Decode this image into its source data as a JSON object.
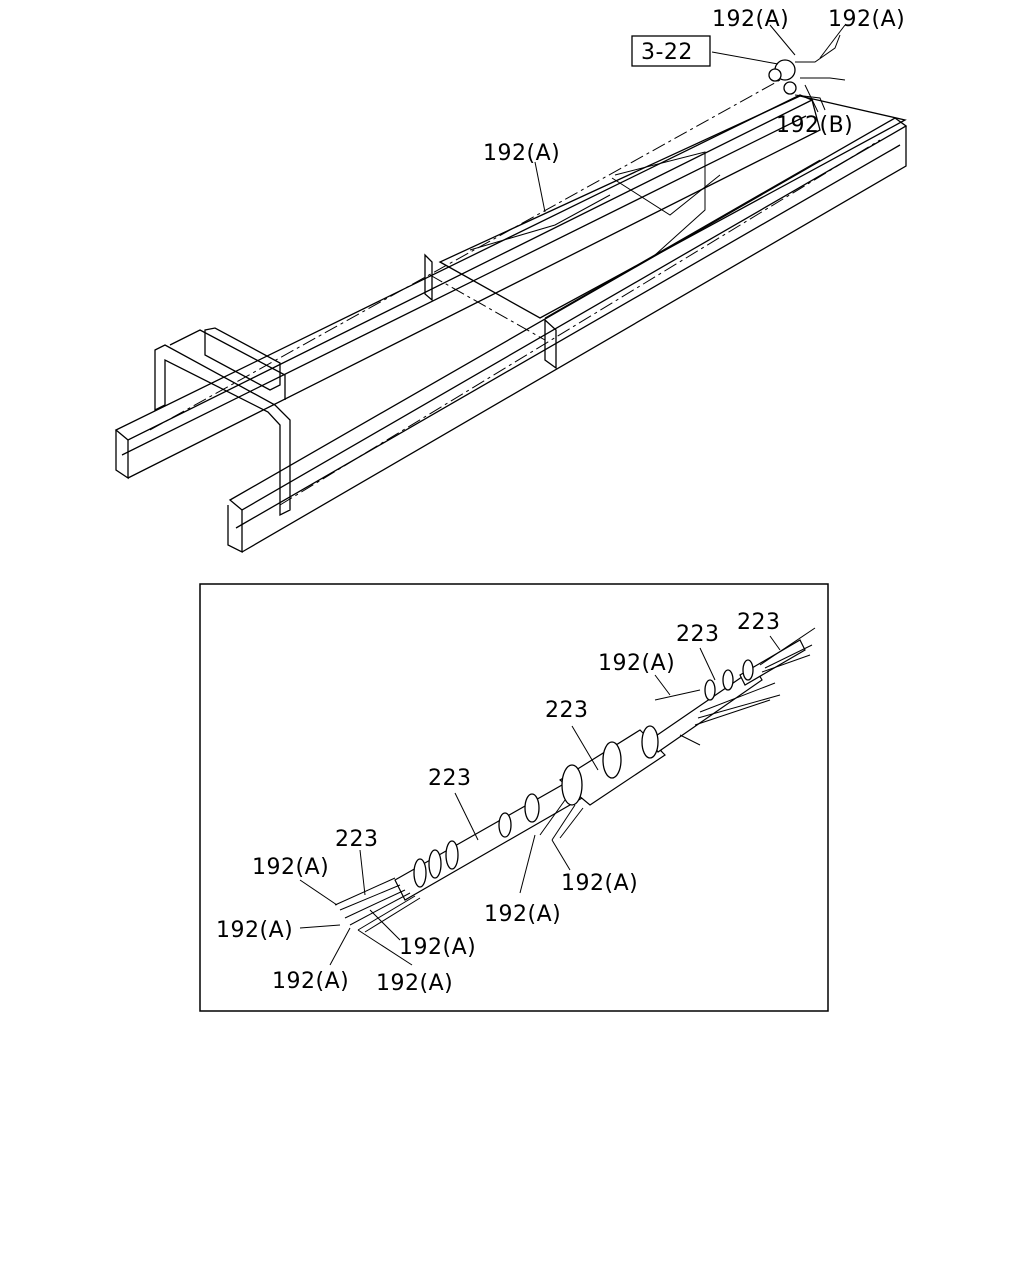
{
  "top_view": {
    "ref_box": "3-22",
    "labels": {
      "a": "192(A)",
      "b": "192(A)",
      "c": "192(B)",
      "d": "192(A)"
    }
  },
  "detail_view": {
    "labels": {
      "c223_a": "223",
      "c223_b": "223",
      "c223_c": "223",
      "c223_d": "223",
      "c223_e": "223",
      "h192_1": "192(A)",
      "h192_2": "192(A)",
      "h192_3": "192(A)",
      "h192_4": "192(A)",
      "h192_5": "192(A)",
      "h192_6": "192(A)",
      "h192_7": "192(A)",
      "h192_8": "192(A)"
    }
  }
}
